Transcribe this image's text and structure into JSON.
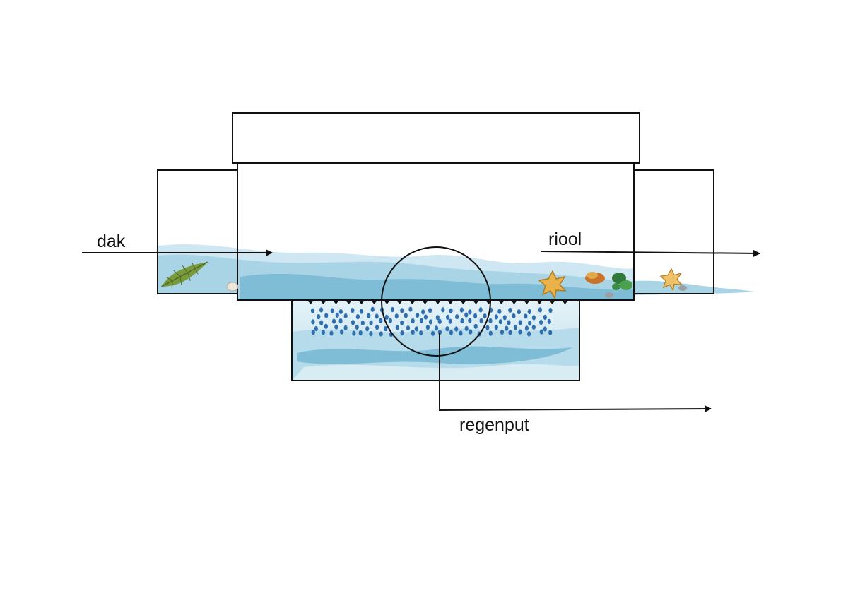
{
  "labels": {
    "inlet": "dak",
    "overflow": "riool",
    "filtered": "regenput"
  },
  "colors": {
    "outline": "#111111",
    "water_light": "#c8e3ef",
    "water_mid": "#9fcfe3",
    "water_dark": "#6cb3cf",
    "droplet": "#2f6fb0",
    "leaf_green": "#6f8f3a",
    "leaf_yellow": "#e7b04a"
  },
  "icons": [
    "leaf-icon",
    "pebble-icon",
    "maple-leaf-icon"
  ]
}
